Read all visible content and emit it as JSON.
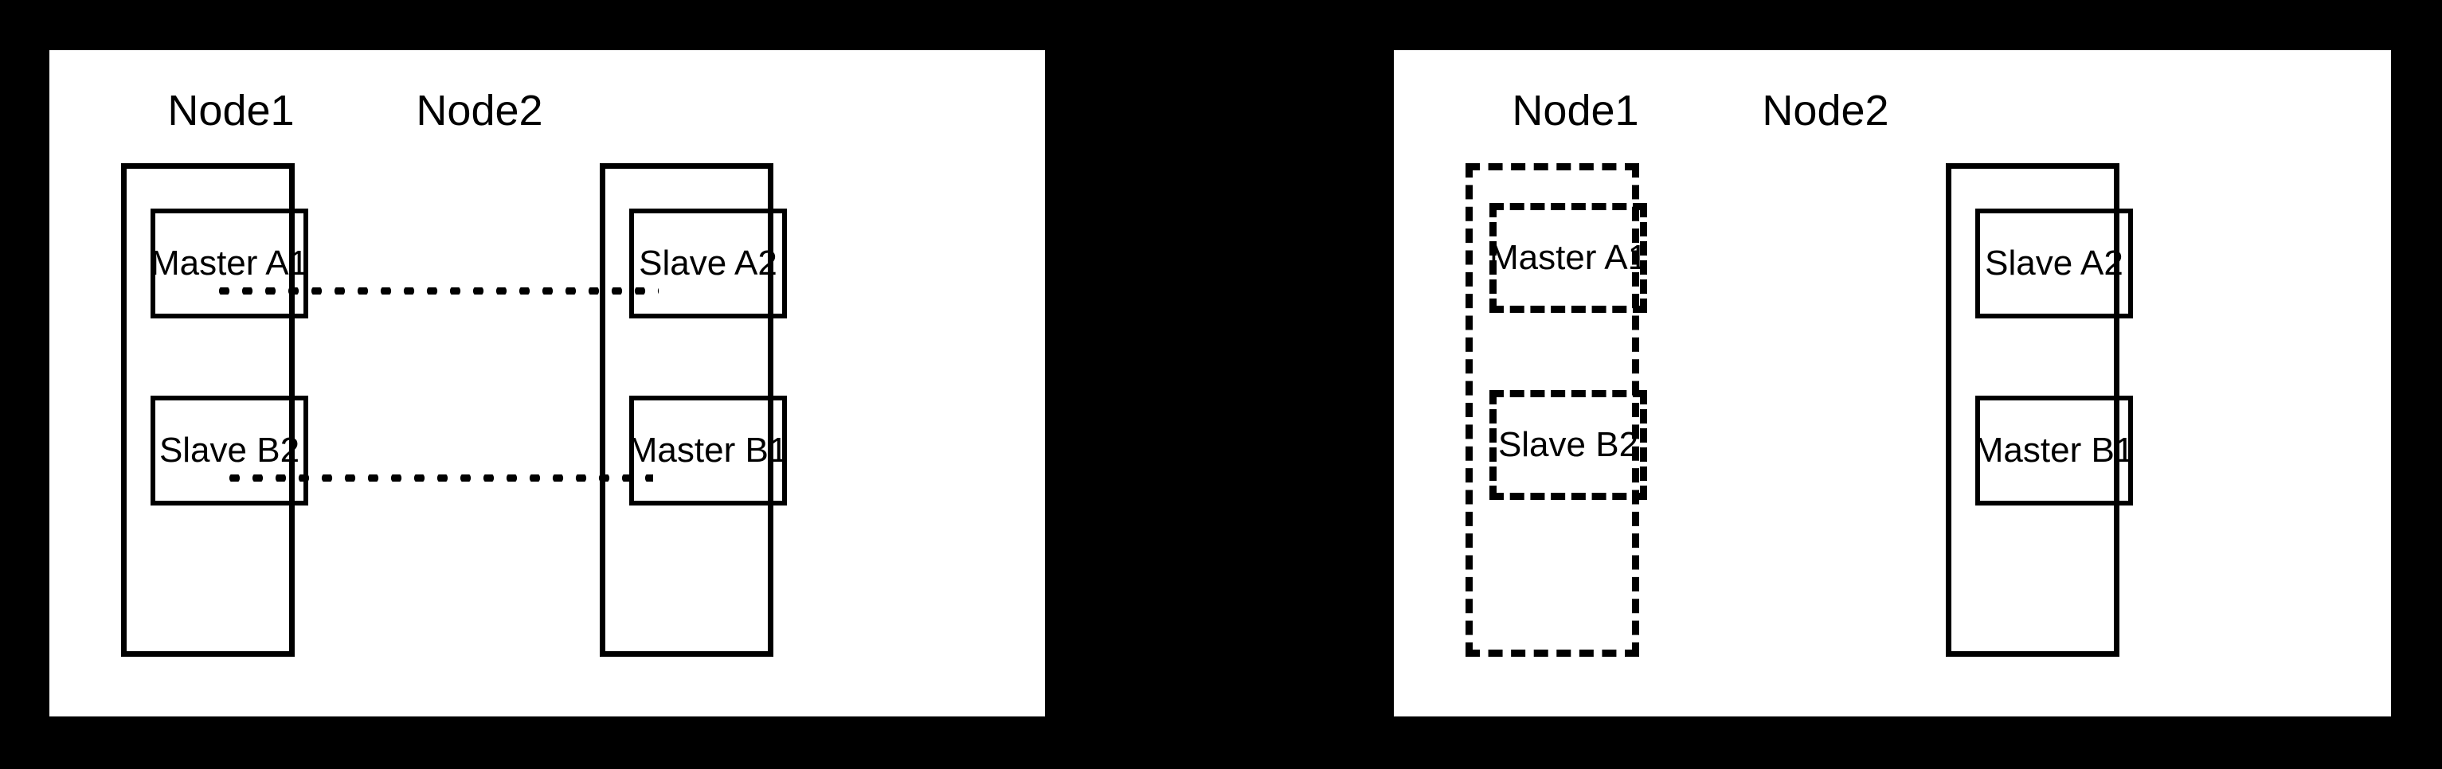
{
  "figure": {
    "background_color": "#000000",
    "panel_color": "#ffffff",
    "stroke_color": "#000000",
    "type": "architecture-diagram",
    "panel_count": 2
  },
  "panels": [
    {
      "id": "before-failover",
      "nodes": [
        {
          "title": "Node1",
          "border_style": "solid",
          "members": [
            {
              "label": "Master A1",
              "border_style": "solid",
              "role": "master",
              "shard": "A"
            },
            {
              "label": "Slave B2",
              "border_style": "solid",
              "role": "slave",
              "shard": "B"
            }
          ]
        },
        {
          "title": "Node2",
          "border_style": "solid",
          "members": [
            {
              "label": "Slave A2",
              "border_style": "solid",
              "role": "slave",
              "shard": "A"
            },
            {
              "label": "Master B1",
              "border_style": "solid",
              "role": "master",
              "shard": "B"
            }
          ]
        }
      ],
      "connectors": [
        {
          "id": "replication-a",
          "from": "Master A1",
          "to": "Slave A2",
          "line_style": "dotted"
        },
        {
          "id": "replication-b",
          "from": "Master B1",
          "to": "Slave B2",
          "line_style": "dotted"
        }
      ]
    },
    {
      "id": "after-failure",
      "nodes": [
        {
          "title": "Node1",
          "border_style": "dashed",
          "members": [
            {
              "label": "Master A1",
              "border_style": "dashed",
              "role": "master",
              "shard": "A"
            },
            {
              "label": "Slave B2",
              "border_style": "dashed",
              "role": "slave",
              "shard": "B"
            }
          ]
        },
        {
          "title": "Node2",
          "border_style": "solid",
          "members": [
            {
              "label": "Slave A2",
              "border_style": "solid",
              "role": "slave",
              "shard": "A"
            },
            {
              "label": "Master B1",
              "border_style": "solid",
              "role": "master",
              "shard": "B"
            }
          ]
        }
      ],
      "connectors": []
    }
  ]
}
